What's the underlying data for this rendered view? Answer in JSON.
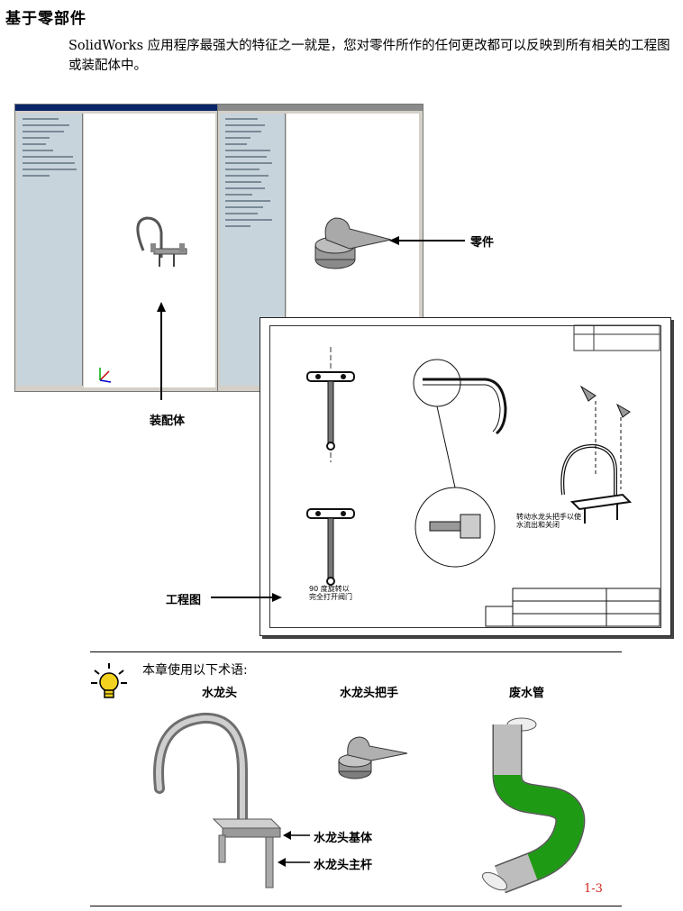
{
  "header": {
    "title": "基于零部件",
    "intro": "SolidWorks 应用程序最强大的特征之一就是，您对零件所作的任何更改都可以反映到所有相关的工程图或装配体中。"
  },
  "figure": {
    "callouts": {
      "part": "零件",
      "assembly": "装配体",
      "drawing": "工程图"
    },
    "drawing_notes": {
      "note_left": "90 度旋转以\n完全打开阀门",
      "note_right": "转动水龙头把手以使\n水流出和关闭"
    }
  },
  "terms": {
    "heading": "本章使用以下术语:",
    "items": [
      {
        "label": "水龙头"
      },
      {
        "label": "水龙头把手"
      },
      {
        "label": "废水管"
      }
    ],
    "faucet_callouts": {
      "base": "水龙头基体",
      "stem": "水龙头主杆"
    }
  },
  "page_number": "1-3",
  "colors": {
    "tip_bulb": "#f2d21e",
    "pipe_band": "#1e9a14",
    "page_number": "#d0261e",
    "title_bar": "#0a246a"
  }
}
